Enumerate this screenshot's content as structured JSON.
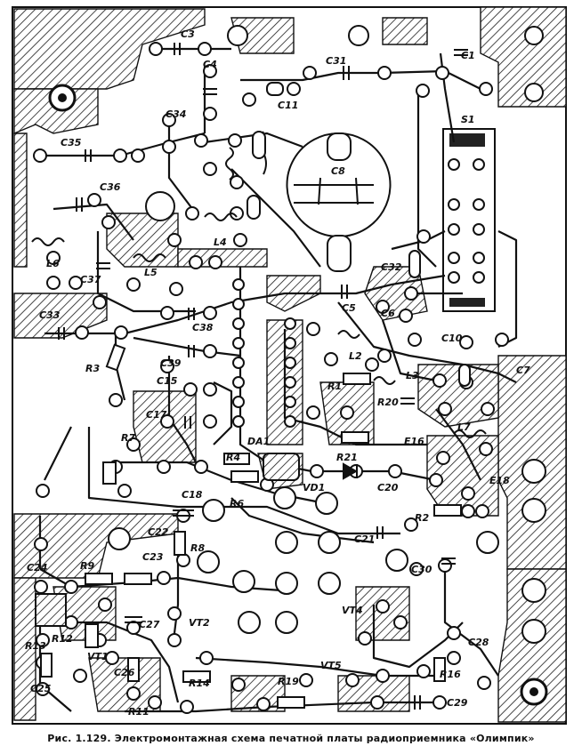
{
  "figure": {
    "caption": "Рис. 1.129. Электромонтажная схема печатной платы радиоприемника «Олимпик»"
  },
  "labels": {
    "C1": "C1",
    "C3": "C3",
    "C4": "C4",
    "C31": "C31",
    "C11": "C11",
    "C34": "C34",
    "S1": "S1",
    "C35": "C35",
    "C36": "C36",
    "C8": "C8",
    "L6": "L6",
    "L5": "L5",
    "L4": "L4",
    "C37": "C37",
    "C32": "C32",
    "C33": "C33",
    "C5": "C5",
    "C6": "C6",
    "C38": "C38",
    "C10": "C10",
    "C7": "C7",
    "R3": "R3",
    "C39": "C39",
    "L2": "L2",
    "L3": "L3",
    "C15": "C15",
    "R1": "R1",
    "R20": "R20",
    "C17": "C17",
    "E16": "E16",
    "L7": "L7",
    "R7": "R7",
    "DA1": "DA1",
    "R21": "R21",
    "R4": "R4",
    "VD1": "VD1",
    "C18": "C18",
    "E18": "E18",
    "C20": "C20",
    "R6": "R6",
    "R2": "R2",
    "C22": "C22",
    "C21": "C21",
    "R8": "R8",
    "C23": "C23",
    "C30": "C30",
    "C24": "C24",
    "R9": "R9",
    "VT4": "VT4",
    "C27": "C27",
    "VT2": "VT2",
    "C28": "C28",
    "R13": "R13",
    "VT1": "VT1",
    "R16": "R16",
    "C26": "C26",
    "C25": "C25",
    "R14": "R14",
    "VT5": "VT5",
    "R19": "R19",
    "R11": "R11",
    "C29": "C29",
    "R12": "R12"
  }
}
